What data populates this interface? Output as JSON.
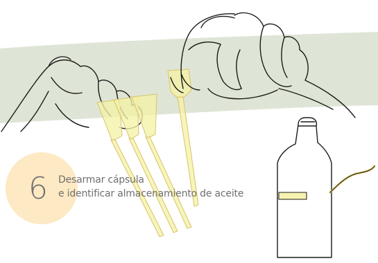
{
  "step": {
    "number": "6",
    "line1": "Desarmar cápsula",
    "line2": "e identificar almacenamiento de aceite"
  },
  "colors": {
    "band": "#dfe5d6",
    "circle": "#fde9c3",
    "capsule_fill": "#f4f2a6",
    "capsule_stroke": "#d8c36b",
    "ink": "#1a1a1a"
  },
  "illustration": {
    "capsule_pieces": 4,
    "objects": [
      "left-hand",
      "right-hand",
      "capsule-pieces",
      "oil-bottle"
    ]
  }
}
